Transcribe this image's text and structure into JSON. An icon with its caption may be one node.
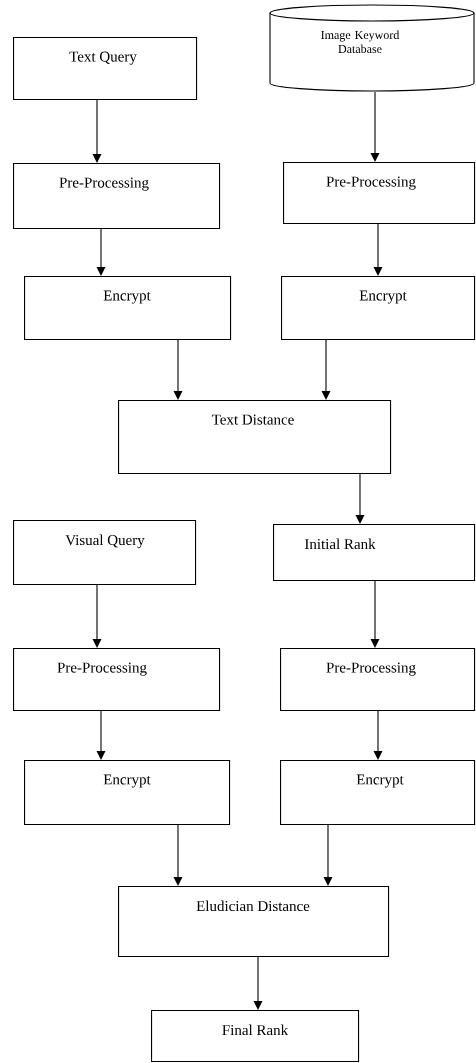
{
  "diagram": {
    "nodes": [
      {
        "text": [
          "Text Query"
        ]
      },
      {
        "text": [
          "Image Keyword Database"
        ]
      },
      {
        "text": [
          "Pre-Processing"
        ]
      },
      {
        "text": [
          "Pre-Processing"
        ]
      },
      {
        "text": [
          "Encrypt"
        ]
      },
      {
        "text": [
          "Encrypt"
        ]
      },
      {
        "text": [
          "Text Distance"
        ]
      },
      {
        "text": [
          "Visual Query"
        ]
      },
      {
        "text": [
          "Initial Rank"
        ]
      },
      {
        "text": [
          "Pre-Processing"
        ]
      },
      {
        "text": [
          "Pre-Processing"
        ]
      },
      {
        "text": [
          "Encrypt"
        ]
      },
      {
        "text": [
          "Encrypt"
        ]
      },
      {
        "text": [
          "Eludician Distance"
        ]
      },
      {
        "text": [
          "Final Rank"
        ]
      }
    ],
    "edges": [
      {
        "from": 0,
        "to": 2,
        "arrow": "to"
      },
      {
        "from": 1,
        "to": 3,
        "arrow": "to"
      },
      {
        "from": 2,
        "to": 4,
        "arrow": "to"
      },
      {
        "from": 3,
        "to": 5,
        "arrow": "to"
      },
      {
        "from": 4,
        "to": 6,
        "arrow": "to"
      },
      {
        "from": 5,
        "to": 6,
        "arrow": "to"
      },
      {
        "from": 6,
        "to": 8,
        "arrow": "to"
      },
      {
        "from": 7,
        "to": 9,
        "arrow": "to"
      },
      {
        "from": 8,
        "to": 10,
        "arrow": "to"
      },
      {
        "from": 9,
        "to": 11,
        "arrow": "to"
      },
      {
        "from": 10,
        "to": 12,
        "arrow": "to"
      },
      {
        "from": 11,
        "to": 13,
        "arrow": "to"
      },
      {
        "from": 12,
        "to": 13,
        "arrow": "to"
      },
      {
        "from": 13,
        "to": 14,
        "arrow": "to"
      }
    ]
  }
}
